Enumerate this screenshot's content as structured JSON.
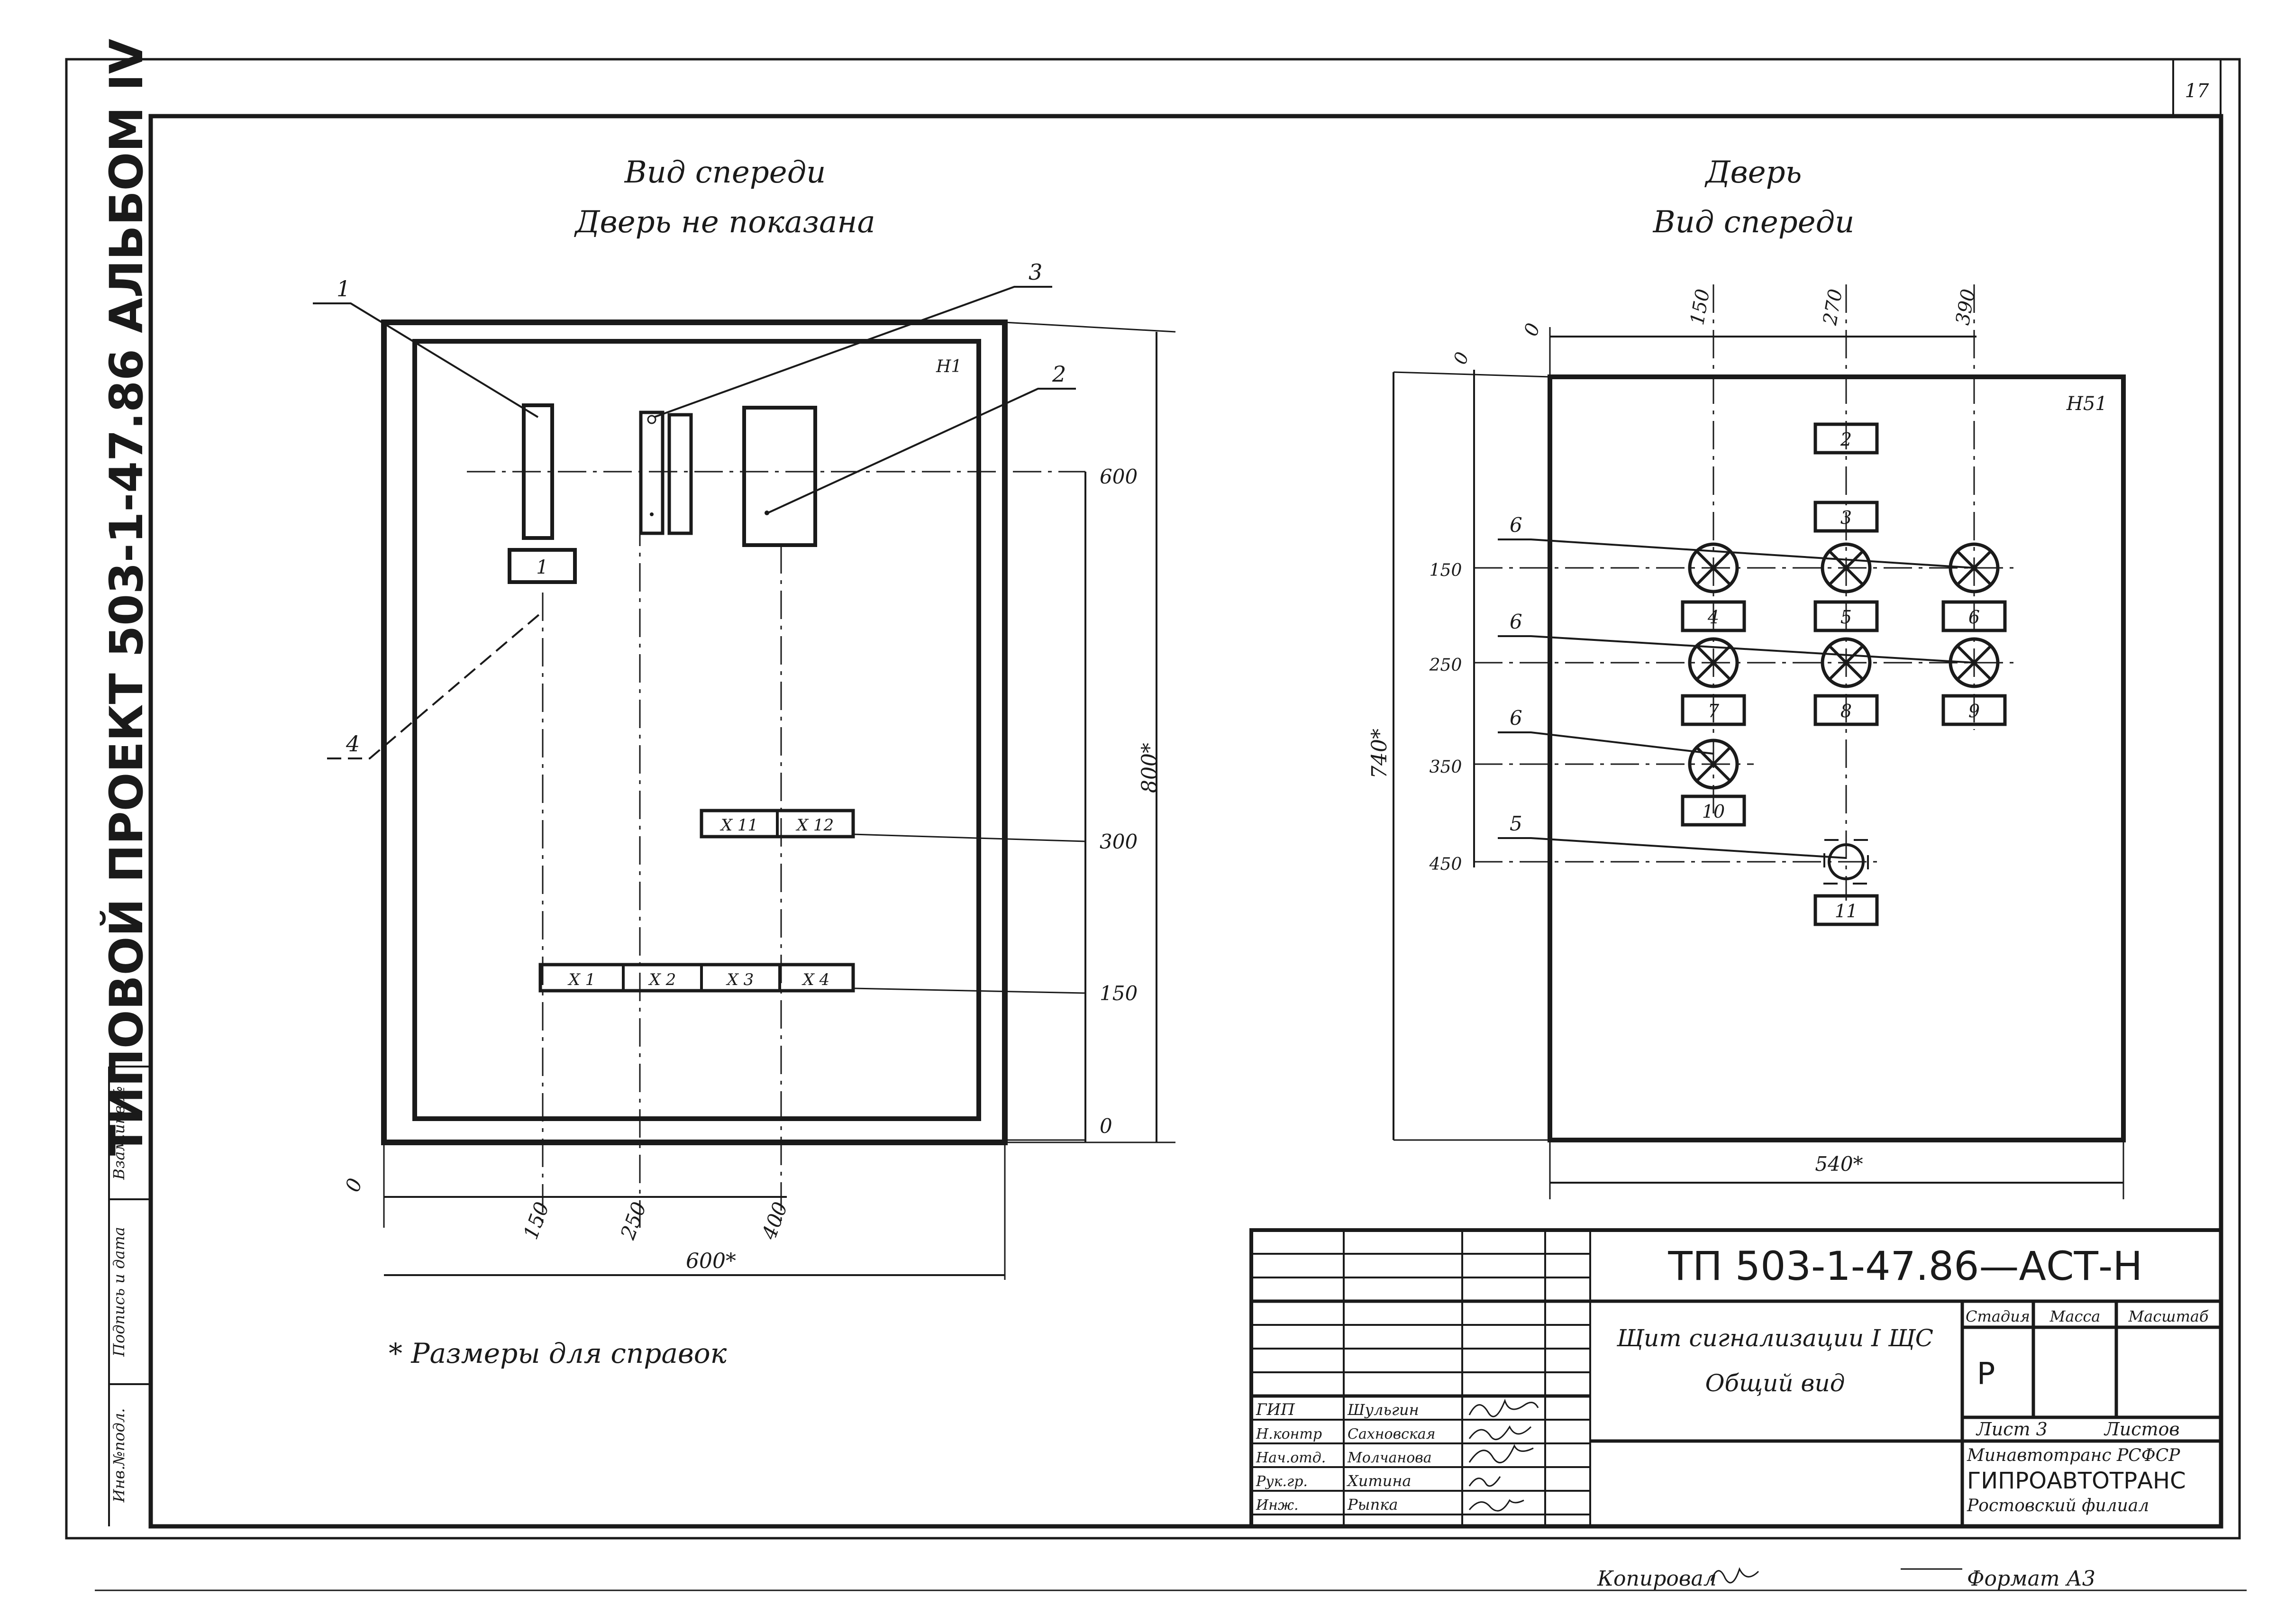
{
  "sheet_number": "17",
  "side_title": "ТИПОВОЙ ПРОЕКТ 503-1-47.86 АЛЬБОМ IV",
  "side_stamps": [
    "Инв.№подл.",
    "Подпись и дата",
    "Взам.инв.№"
  ],
  "front_view": {
    "title_line1": "Вид спереди",
    "title_line2": "Дверь не показана",
    "cabinet_mark": "Н1",
    "leaders": [
      "1",
      "2",
      "3",
      "4"
    ],
    "component_labels": [
      "1"
    ],
    "terminal_upper": [
      "Х 11",
      "Х 12"
    ],
    "terminal_lower": [
      "Х 1",
      "Х 2",
      "Х 3",
      "Х 4"
    ],
    "dims_right": [
      "600",
      "300",
      "150",
      "0"
    ],
    "dim_height": "800*",
    "dims_bottom": [
      "0",
      "150",
      "250",
      "400"
    ],
    "dim_width": "600*"
  },
  "door_view": {
    "title_line1": "Дверь",
    "title_line2": "Вид спереди",
    "panel_mark": "Н51",
    "dims_top": [
      "0",
      "150",
      "270",
      "390"
    ],
    "dims_left": [
      "0",
      "150",
      "250",
      "350",
      "450"
    ],
    "dim_height": "740*",
    "dim_width": "540*",
    "device_labels": [
      "2",
      "3",
      "4",
      "5",
      "6",
      "7",
      "8",
      "9",
      "10",
      "11"
    ],
    "leaders": [
      "6",
      "6",
      "6",
      "5"
    ]
  },
  "note": "* Размеры для справок",
  "title_block": {
    "doc_code": "ТП 503-1-47.86—АСТ-Н",
    "name_line1": "Щит сигнализации I ЩС",
    "name_line2": "Общий вид",
    "col_stage": "Стадия",
    "col_mass": "Масса",
    "col_scale": "Масштаб",
    "stage_value": "Р",
    "sheet_label": "Лист 3",
    "sheets_label": "Листов",
    "org_line1": "Минавтотранс РСФСР",
    "org_line2": "ГИПРОАВТОТРАНС",
    "org_line3": "Ростовский филиал",
    "roles": [
      "ГИП",
      "Н.контр",
      "Нач.отд.",
      "Рук.гр.",
      "Инж."
    ],
    "names": [
      "Шульгин",
      "Сахновская",
      "Молчанова",
      "Хитина",
      "Рыпка"
    ]
  },
  "footer": {
    "copied": "Копировал",
    "format": "Формат А3"
  }
}
